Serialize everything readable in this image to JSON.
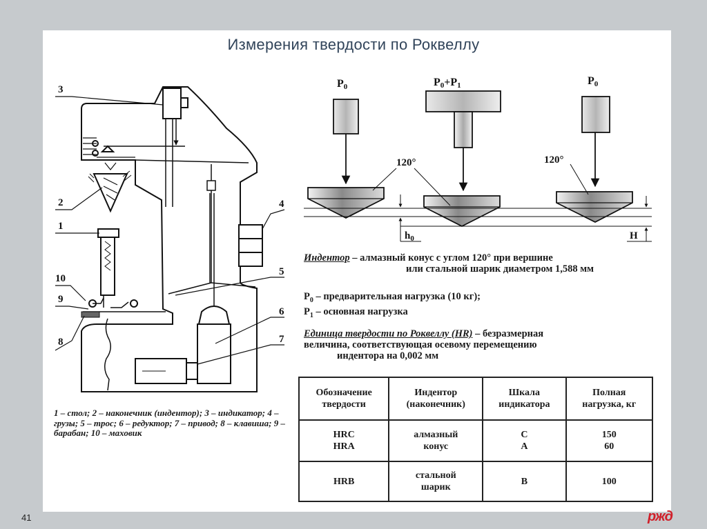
{
  "title": "Измерения твердости по Роквеллу",
  "page_number": "41",
  "logo_text": "ржд",
  "machine_labels": {
    "l3": "3",
    "l2": "2",
    "l1": "1",
    "l10": "10",
    "l9": "9",
    "l8": "8",
    "l4": "4",
    "l5": "5",
    "l6": "6",
    "l7": "7"
  },
  "indenter_labels": {
    "p0_left": "P",
    "p0_left_sub": "0",
    "p0p1": "P",
    "p0p1_sub0": "0",
    "p0p1_plus": "+P",
    "p0p1_sub1": "1",
    "p0_right": "P",
    "p0_right_sub": "0",
    "angle_left": "120°",
    "angle_right": "120°",
    "h0": "h",
    "h0_sub": "0",
    "H": "H"
  },
  "description": {
    "indenter_term": "Индентор",
    "indenter_line1": " – алмазный конус с углом 120° при вершине",
    "indenter_line2": "или стальной шарик диаметром 1,588 мм",
    "p0_sym": "P",
    "p0_sub": "0",
    "p0_text": " – предварительная нагрузка (10 кг);",
    "p1_sym": "P",
    "p1_sub": "1",
    "p1_text": " – основная нагрузка",
    "unit_term": "Единица твердости по Роквеллу (HR)",
    "unit_line1": " – безразмерная",
    "unit_line2": "величина, соответствующая осевому перемещению",
    "unit_line3": "индентора на 0,002 мм"
  },
  "legend": "1 – стол; 2 – наконечник (индентор); 3 – индикатор; 4 – грузы; 5 – трос; 6 – редуктор; 7 – привод; 8 – клавиша; 9 – барабан; 10 – маховик",
  "table": {
    "headers": [
      [
        "Обозначение",
        "твердости"
      ],
      [
        "Индентор",
        "(наконечник)"
      ],
      [
        "Шкала",
        "индикатора"
      ],
      [
        "Полная",
        "нагрузка, кг"
      ]
    ],
    "rows": [
      {
        "designation": [
          "HRC",
          "HRA"
        ],
        "indenter": [
          "алмазный",
          "конус"
        ],
        "scale": [
          "C",
          "A"
        ],
        "load": [
          "150",
          "60"
        ]
      },
      {
        "designation": [
          "HRB"
        ],
        "indenter": [
          "стальной",
          "шарик"
        ],
        "scale": [
          "B"
        ],
        "load": [
          "100"
        ]
      }
    ]
  }
}
